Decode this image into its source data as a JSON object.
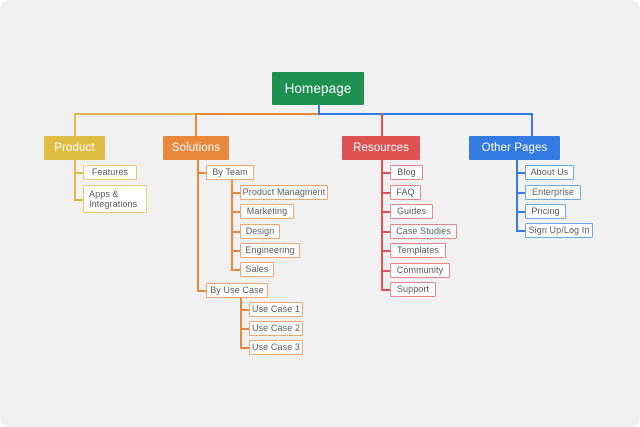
{
  "diagram": {
    "type": "sitemap-tree",
    "title_node": "Homepage",
    "background_color": "#f1f1f1",
    "root": {
      "label": "Homepage",
      "color": "#1e9150",
      "text_color": "#ffffff"
    },
    "branches": [
      {
        "label": "Product",
        "color": "#e0bc42",
        "children": [
          {
            "label": "Features"
          },
          {
            "label": "Apps &\nIntegrations"
          }
        ]
      },
      {
        "label": "Solutions",
        "color": "#e8883a",
        "groups": [
          {
            "label": "By Team",
            "children": [
              {
                "label": "Product Managment"
              },
              {
                "label": "Marketing"
              },
              {
                "label": "Design"
              },
              {
                "label": "Engineering"
              },
              {
                "label": "Sales"
              }
            ]
          },
          {
            "label": "By Use Case",
            "children": [
              {
                "label": "Use Case 1"
              },
              {
                "label": "Use Case 2"
              },
              {
                "label": "Use Case 3"
              }
            ]
          }
        ]
      },
      {
        "label": "Resources",
        "color": "#e05252",
        "children": [
          {
            "label": "Blog"
          },
          {
            "label": "FAQ"
          },
          {
            "label": "Guides"
          },
          {
            "label": "Case Studies"
          },
          {
            "label": "Templates"
          },
          {
            "label": "Community"
          },
          {
            "label": "Support"
          }
        ]
      },
      {
        "label": "Other Pages",
        "color": "#337ae3",
        "children": [
          {
            "label": "About Us"
          },
          {
            "label": "Enterprise"
          },
          {
            "label": "Pricing"
          },
          {
            "label": "Sign Up/Log In"
          }
        ]
      }
    ]
  }
}
